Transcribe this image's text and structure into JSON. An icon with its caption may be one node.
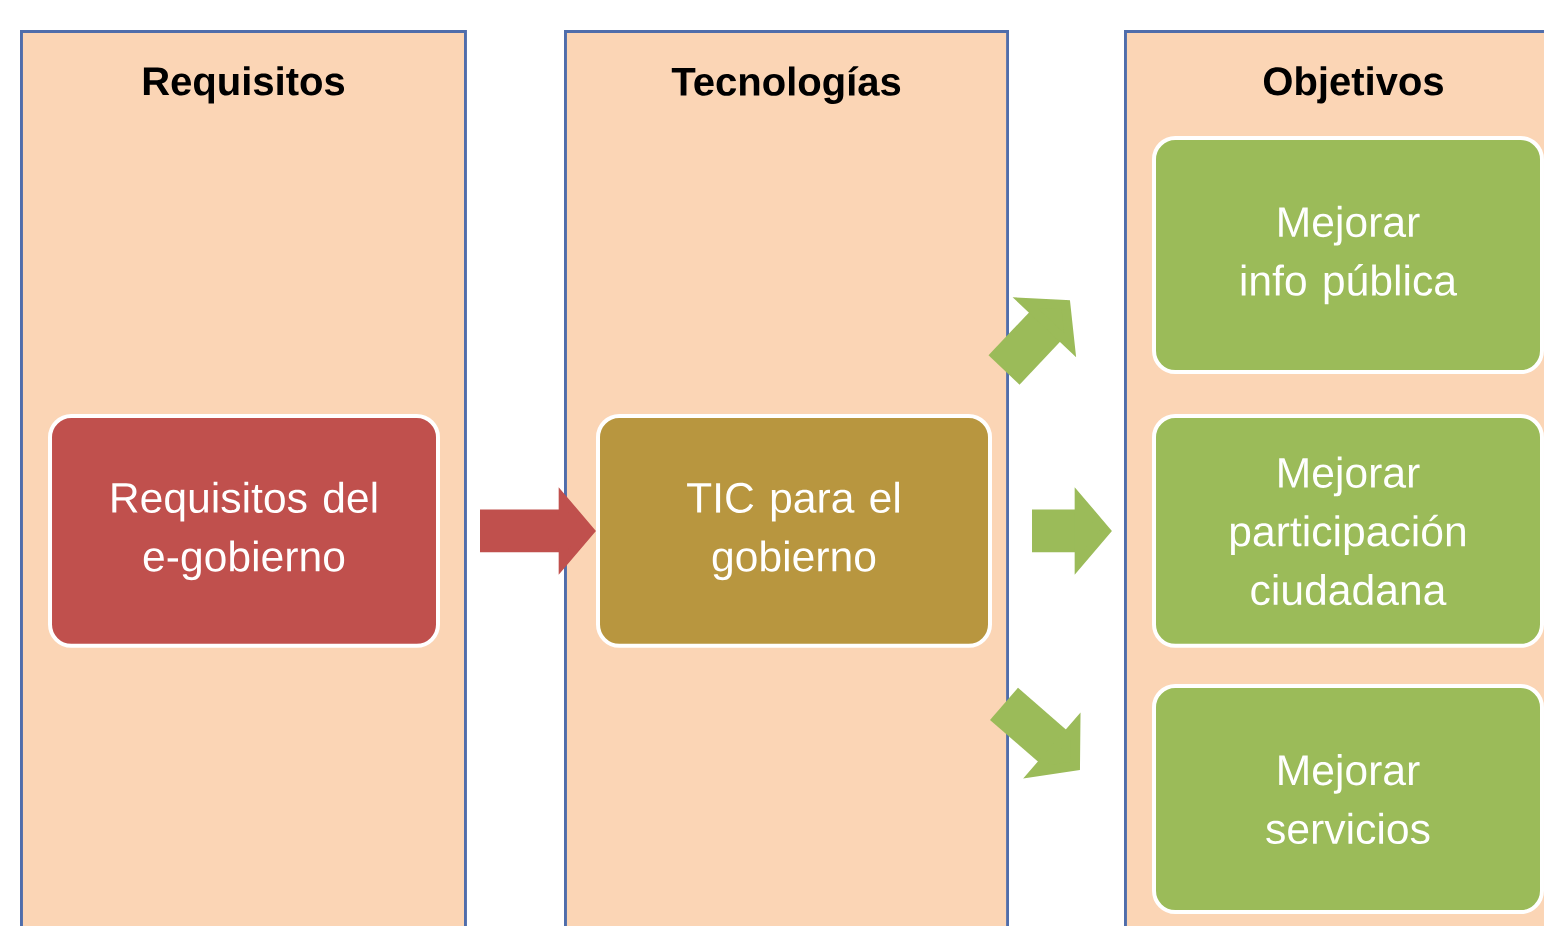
{
  "diagram": {
    "nodes": [
      {
        "text": [
          "Requisitos"
        ]
      },
      {
        "text": [
          "Requisitos del e-gobierno"
        ],
        "in": 0
      },
      {
        "text": [
          "Tecnologías"
        ]
      },
      {
        "text": [
          "TIC para el gobierno"
        ],
        "in": 2
      },
      {
        "text": [
          "Objetivos"
        ]
      },
      {
        "text": [
          "Mejorar info pública"
        ],
        "in": 4
      },
      {
        "text": [
          "Mejorar participación ciudadana"
        ],
        "in": 4
      },
      {
        "text": [
          "Mejorar servicios"
        ],
        "in": 4
      }
    ],
    "edges": [
      {
        "from": 1,
        "to": 3,
        "arrow": "to",
        "color": "#c0504d"
      },
      {
        "from": 3,
        "to": 5,
        "arrow": "to"
      },
      {
        "from": 3,
        "to": 6,
        "arrow": "to"
      },
      {
        "from": 3,
        "to": 7,
        "arrow": "to"
      }
    ]
  }
}
